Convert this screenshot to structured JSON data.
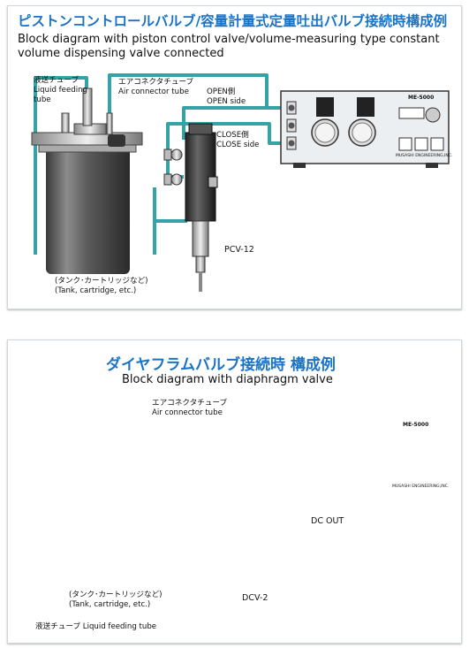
{
  "section1": {
    "title_jp": "ピストンコントロールバルブ/容量計量式定量吐出バルブ接続時構成例",
    "title_en_line1": "Block diagram with piston control valve/volume-measuring type constant",
    "title_en_line2": "volume dispensing valve connected",
    "label_liquid_jp": "液送チューブ",
    "label_liquid_en1": "Liquid feeding",
    "label_liquid_en2": "tube",
    "label_air_jp": "エアコネクタチューブ",
    "label_air_en": "Air connector tube",
    "label_open_jp": "OPEN側",
    "label_open_en": "OPEN side",
    "label_close_jp": "CLOSE側",
    "label_close_en": "CLOSE side",
    "label_valve": "PCV-12",
    "label_tank_jp": "(タンク･カートリッジなど)",
    "label_tank_en": "(Tank, cartridge, etc.)",
    "controller_model": "ME-5000",
    "controller_brand": "MUSASHI ENGINEERING,INC."
  },
  "section2": {
    "title_jp": "ダイヤフラムバルブ接続時 構成例",
    "title_en": "Block diagram with diaphragm valve",
    "label_air_jp": "エアコネクタチューブ",
    "label_air_en": "Air connector tube",
    "label_dc": "DC OUT",
    "label_valve": "DCV-2",
    "label_tank_jp": "(タンク･カートリッジなど)",
    "label_tank_en": "(Tank, cartridge, etc.)",
    "label_liquid": "液送チューブ  Liquid feeding tube",
    "controller_model": "ME-5000",
    "controller_brand": "MUSASHI ENGINEERING,INC."
  },
  "colors": {
    "title_blue": "#1a73c7",
    "tube_teal": "#34a3a5",
    "cable_gray": "#8a8a8a"
  }
}
